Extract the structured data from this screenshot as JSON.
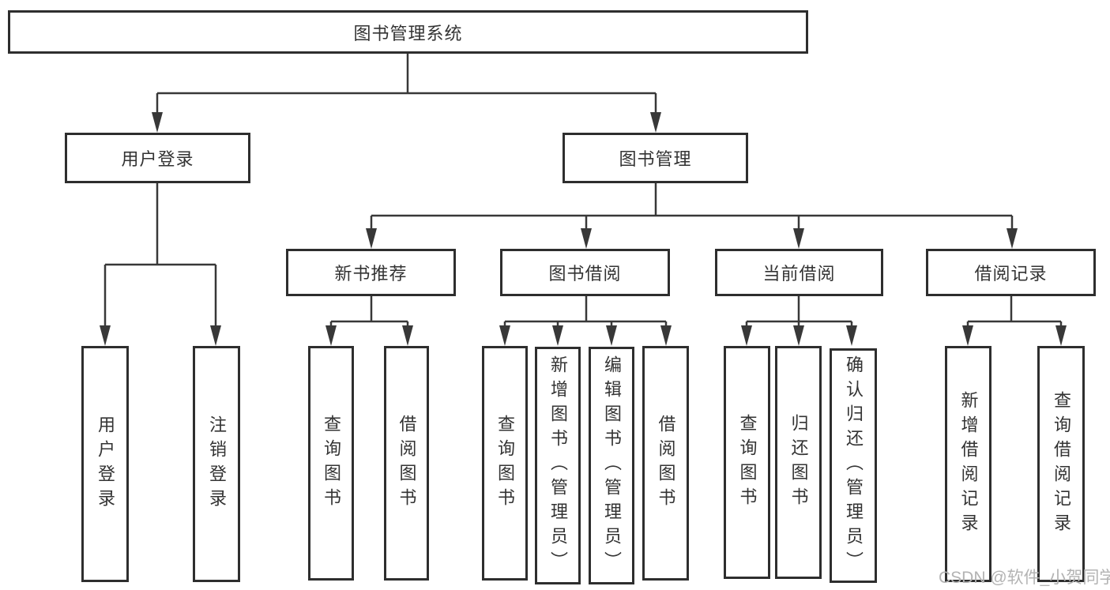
{
  "diagram": {
    "root": {
      "label": "图书管理系统"
    },
    "branches": {
      "user_login": {
        "label": "用户登录"
      },
      "book_management": {
        "label": "图书管理"
      }
    },
    "modules": {
      "new_book_recommend": {
        "label": "新书推荐"
      },
      "book_borrow": {
        "label": "图书借阅"
      },
      "current_borrow": {
        "label": "当前借阅"
      },
      "borrow_record": {
        "label": "借阅记录"
      }
    },
    "leaves": [
      {
        "label": "用户登录"
      },
      {
        "label": "注销登录"
      },
      {
        "label": "查询图书"
      },
      {
        "label": "借阅图书"
      },
      {
        "label": "查询图书"
      },
      {
        "label": "新增图书（管理员）"
      },
      {
        "label": "编辑图书（管理员）"
      },
      {
        "label": "借阅图书"
      },
      {
        "label": "查询图书"
      },
      {
        "label": "归还图书"
      },
      {
        "label": "确认归还（管理员）"
      },
      {
        "label": "新增借阅记录"
      },
      {
        "label": "查询借阅记录"
      }
    ]
  },
  "watermark": {
    "text": "CSDN @软件_小贺同学"
  },
  "colors": {
    "line": "#383838",
    "box_border": "#2e2e2e",
    "text": "#333333",
    "watermark": "#b3b3b3",
    "background": "#ffffff"
  }
}
